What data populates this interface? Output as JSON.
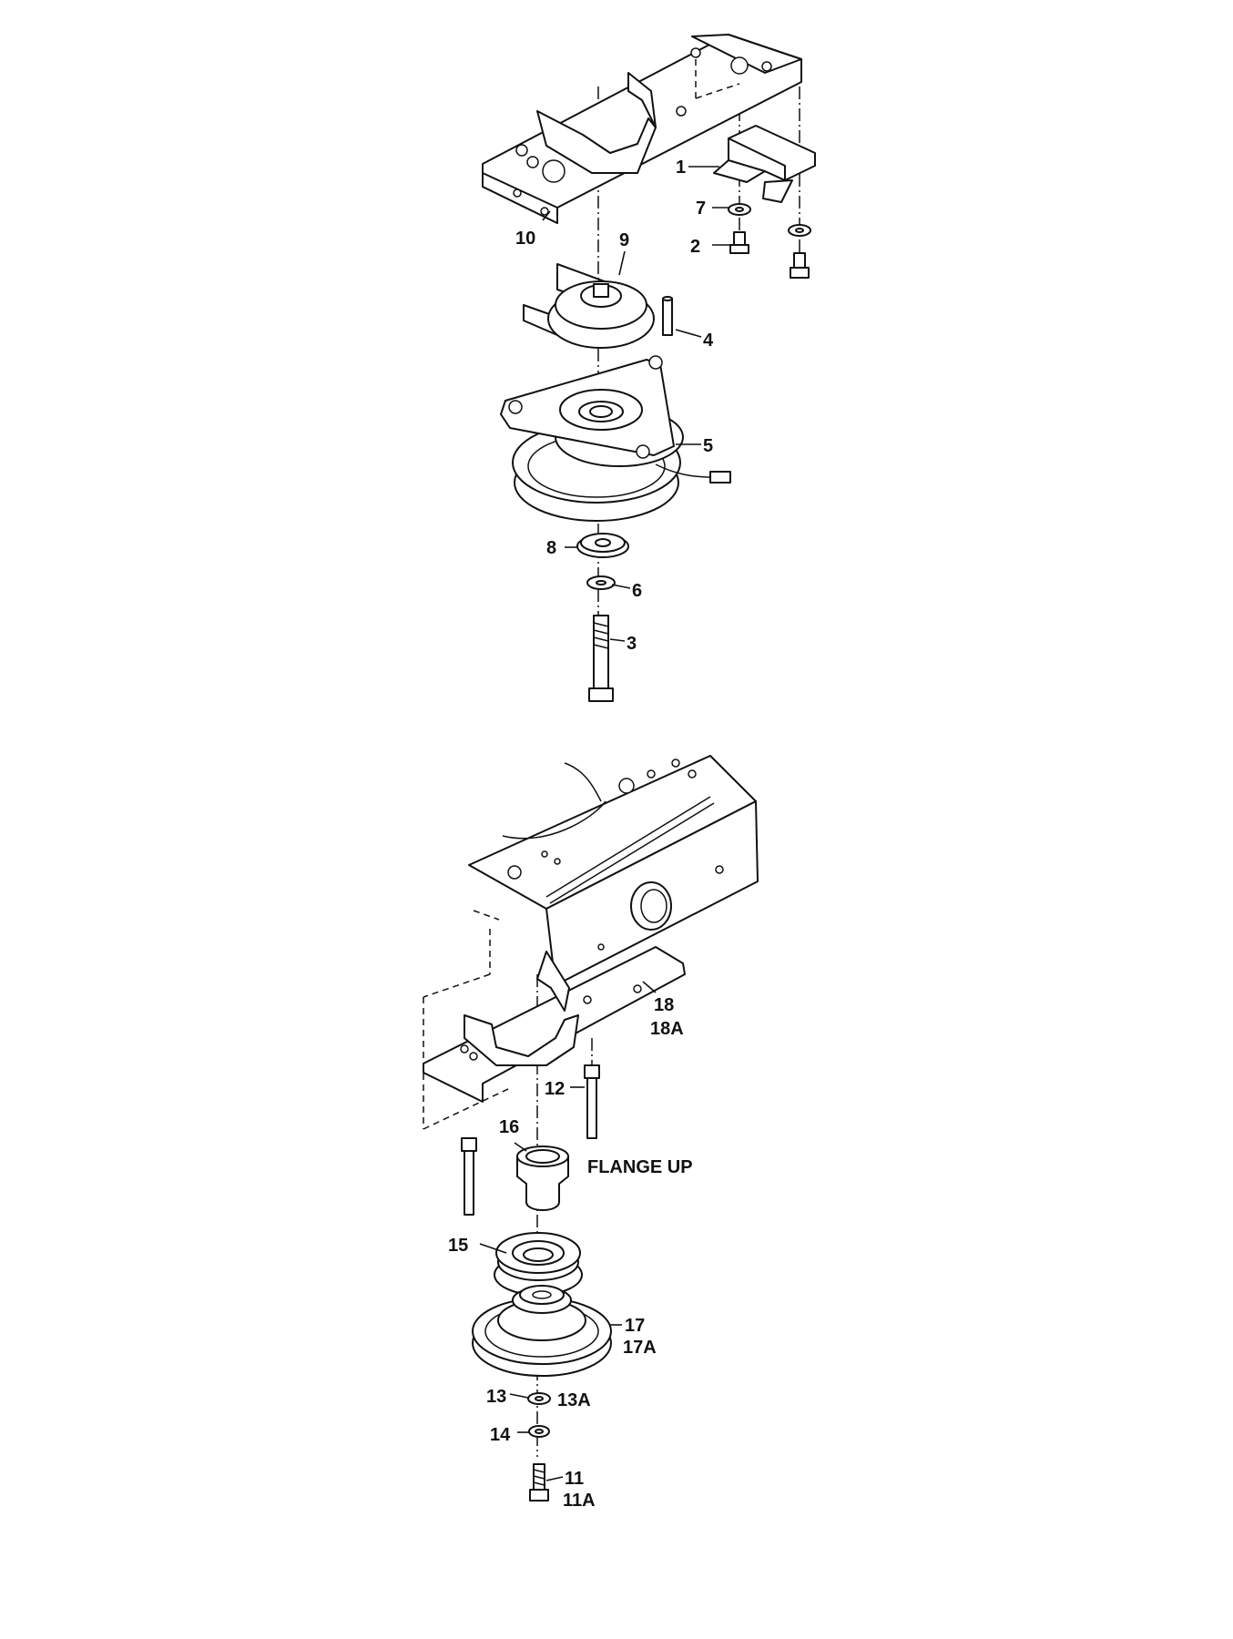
{
  "callouts": [
    {
      "id": "c1",
      "text": "1"
    },
    {
      "id": "c2",
      "text": "2"
    },
    {
      "id": "c3",
      "text": "3"
    },
    {
      "id": "c4",
      "text": "4"
    },
    {
      "id": "c5",
      "text": "5"
    },
    {
      "id": "c6",
      "text": "6"
    },
    {
      "id": "c7",
      "text": "7"
    },
    {
      "id": "c8",
      "text": "8"
    },
    {
      "id": "c9",
      "text": "9"
    },
    {
      "id": "c10",
      "text": "10"
    },
    {
      "id": "c11",
      "text": "11"
    },
    {
      "id": "c11a",
      "text": "11A"
    },
    {
      "id": "c12",
      "text": "12"
    },
    {
      "id": "c13",
      "text": "13"
    },
    {
      "id": "c13a",
      "text": "13A"
    },
    {
      "id": "c14",
      "text": "14"
    },
    {
      "id": "c15",
      "text": "15"
    },
    {
      "id": "c16",
      "text": "16"
    },
    {
      "id": "c17",
      "text": "17"
    },
    {
      "id": "c17a",
      "text": "17A"
    },
    {
      "id": "c18",
      "text": "18"
    },
    {
      "id": "c18a",
      "text": "18A"
    }
  ],
  "notes": {
    "flange_up": "FLANGE UP"
  }
}
